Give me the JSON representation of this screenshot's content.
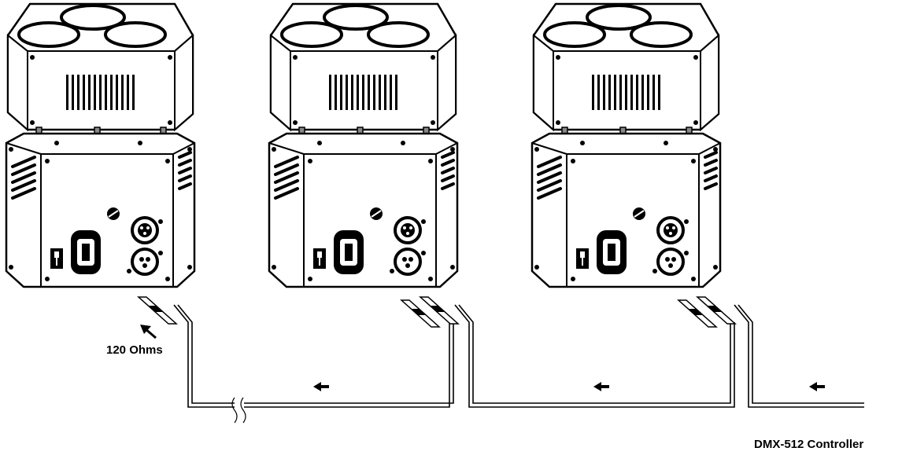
{
  "terminator_label": "120 Ohms",
  "controller_label": "DMX-512 Controller",
  "fixture_count": 3,
  "signal_arrow_count": 3,
  "colors": {
    "line": "#000000",
    "background": "#ffffff",
    "accent": "#888888"
  }
}
